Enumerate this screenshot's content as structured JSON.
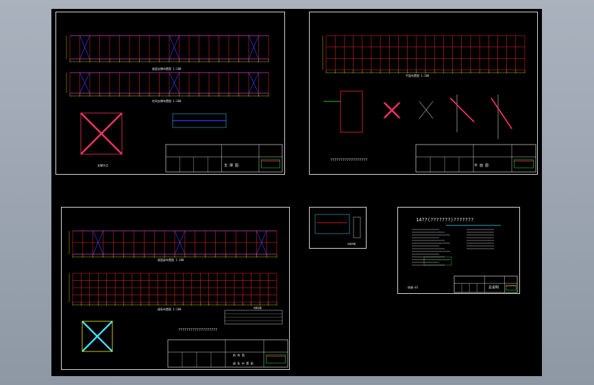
{
  "colors": {
    "background": "#000000",
    "frame": "#dcdcdc",
    "grid": "#ff2a2a",
    "axis": "#ffff00",
    "text": "#e8e8e8",
    "beam": "#3a3aff",
    "brace": "#ff3366",
    "green": "#33ff33",
    "cyan": "#40e0ff"
  },
  "sheet1": {
    "plan_label_top": "屋面支撑布置图 1:100",
    "plan_label_bottom": "柱间支撑布置图 1:100",
    "brace_detail_label": "支撑节点",
    "title_block_name": "支 撑 图"
  },
  "sheet2": {
    "plan_label": "平面布置图 1:100",
    "note_line": "??????????????????",
    "title_block_name": "平 面 图"
  },
  "sheet3": {
    "plan_label_top": "屋面梁布置图 1:100",
    "plan_label_bottom": "檩条布置图 1:100",
    "table_title": "材料表",
    "note_line": "???????????????????",
    "title_block_name_1": "结 构 图",
    "title_block_name_2": "檩 条 布 置 图"
  },
  "sheet4": {
    "caption": "基础详图"
  },
  "sheet5": {
    "header": "14??(???????)???????",
    "page_no": "结施-01",
    "title_block_name": "总说明"
  }
}
